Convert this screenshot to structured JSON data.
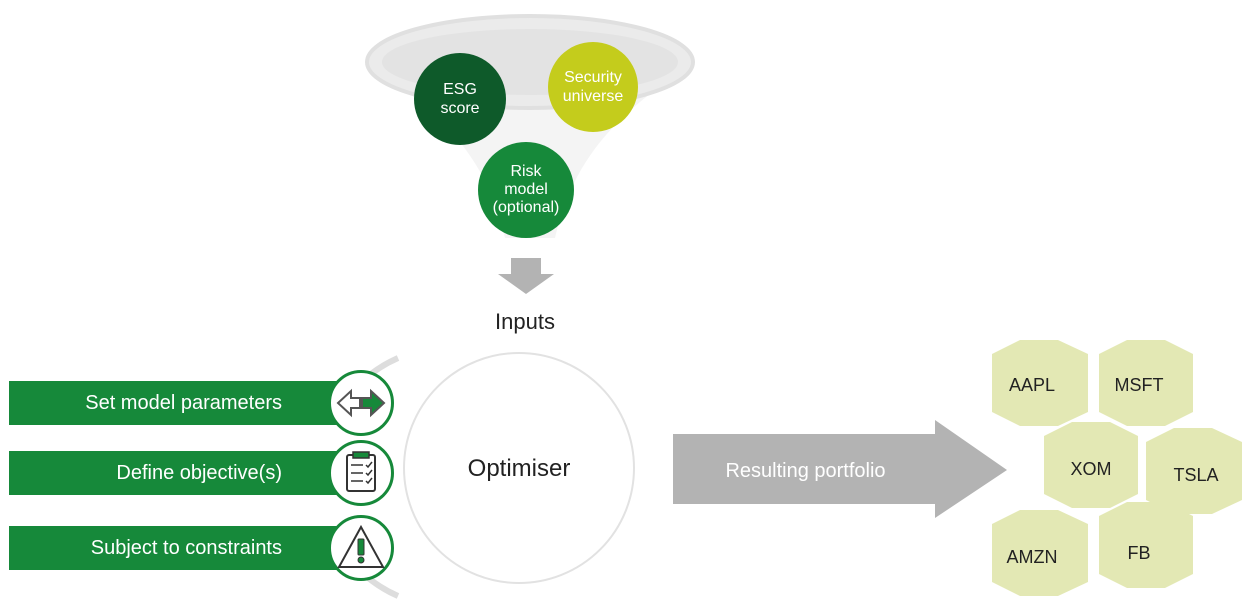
{
  "funnel": {
    "circles": [
      {
        "id": "esg",
        "lines": [
          "ESG",
          "score"
        ]
      },
      {
        "id": "universe",
        "lines": [
          "Security",
          "universe"
        ]
      },
      {
        "id": "risk",
        "lines": [
          "Risk",
          "model",
          "(optional)"
        ]
      }
    ],
    "label": "Inputs"
  },
  "optimiser": {
    "label": "Optimiser"
  },
  "steps": [
    {
      "label": "Set model parameters",
      "icon": "arrows-icon"
    },
    {
      "label": "Define objective(s)",
      "icon": "checklist-icon"
    },
    {
      "label": "Subject to constraints",
      "icon": "warning-icon"
    }
  ],
  "result": {
    "label": "Resulting portfolio"
  },
  "portfolio": [
    "AAPL",
    "MSFT",
    "XOM",
    "TSLA",
    "AMZN",
    "FB"
  ],
  "colors": {
    "dark_green": "#0e5a2a",
    "green": "#16893a",
    "lime": "#c4cc1c",
    "hex_fill": "#e3e8b4",
    "arrow_grey": "#b3b3b3"
  }
}
